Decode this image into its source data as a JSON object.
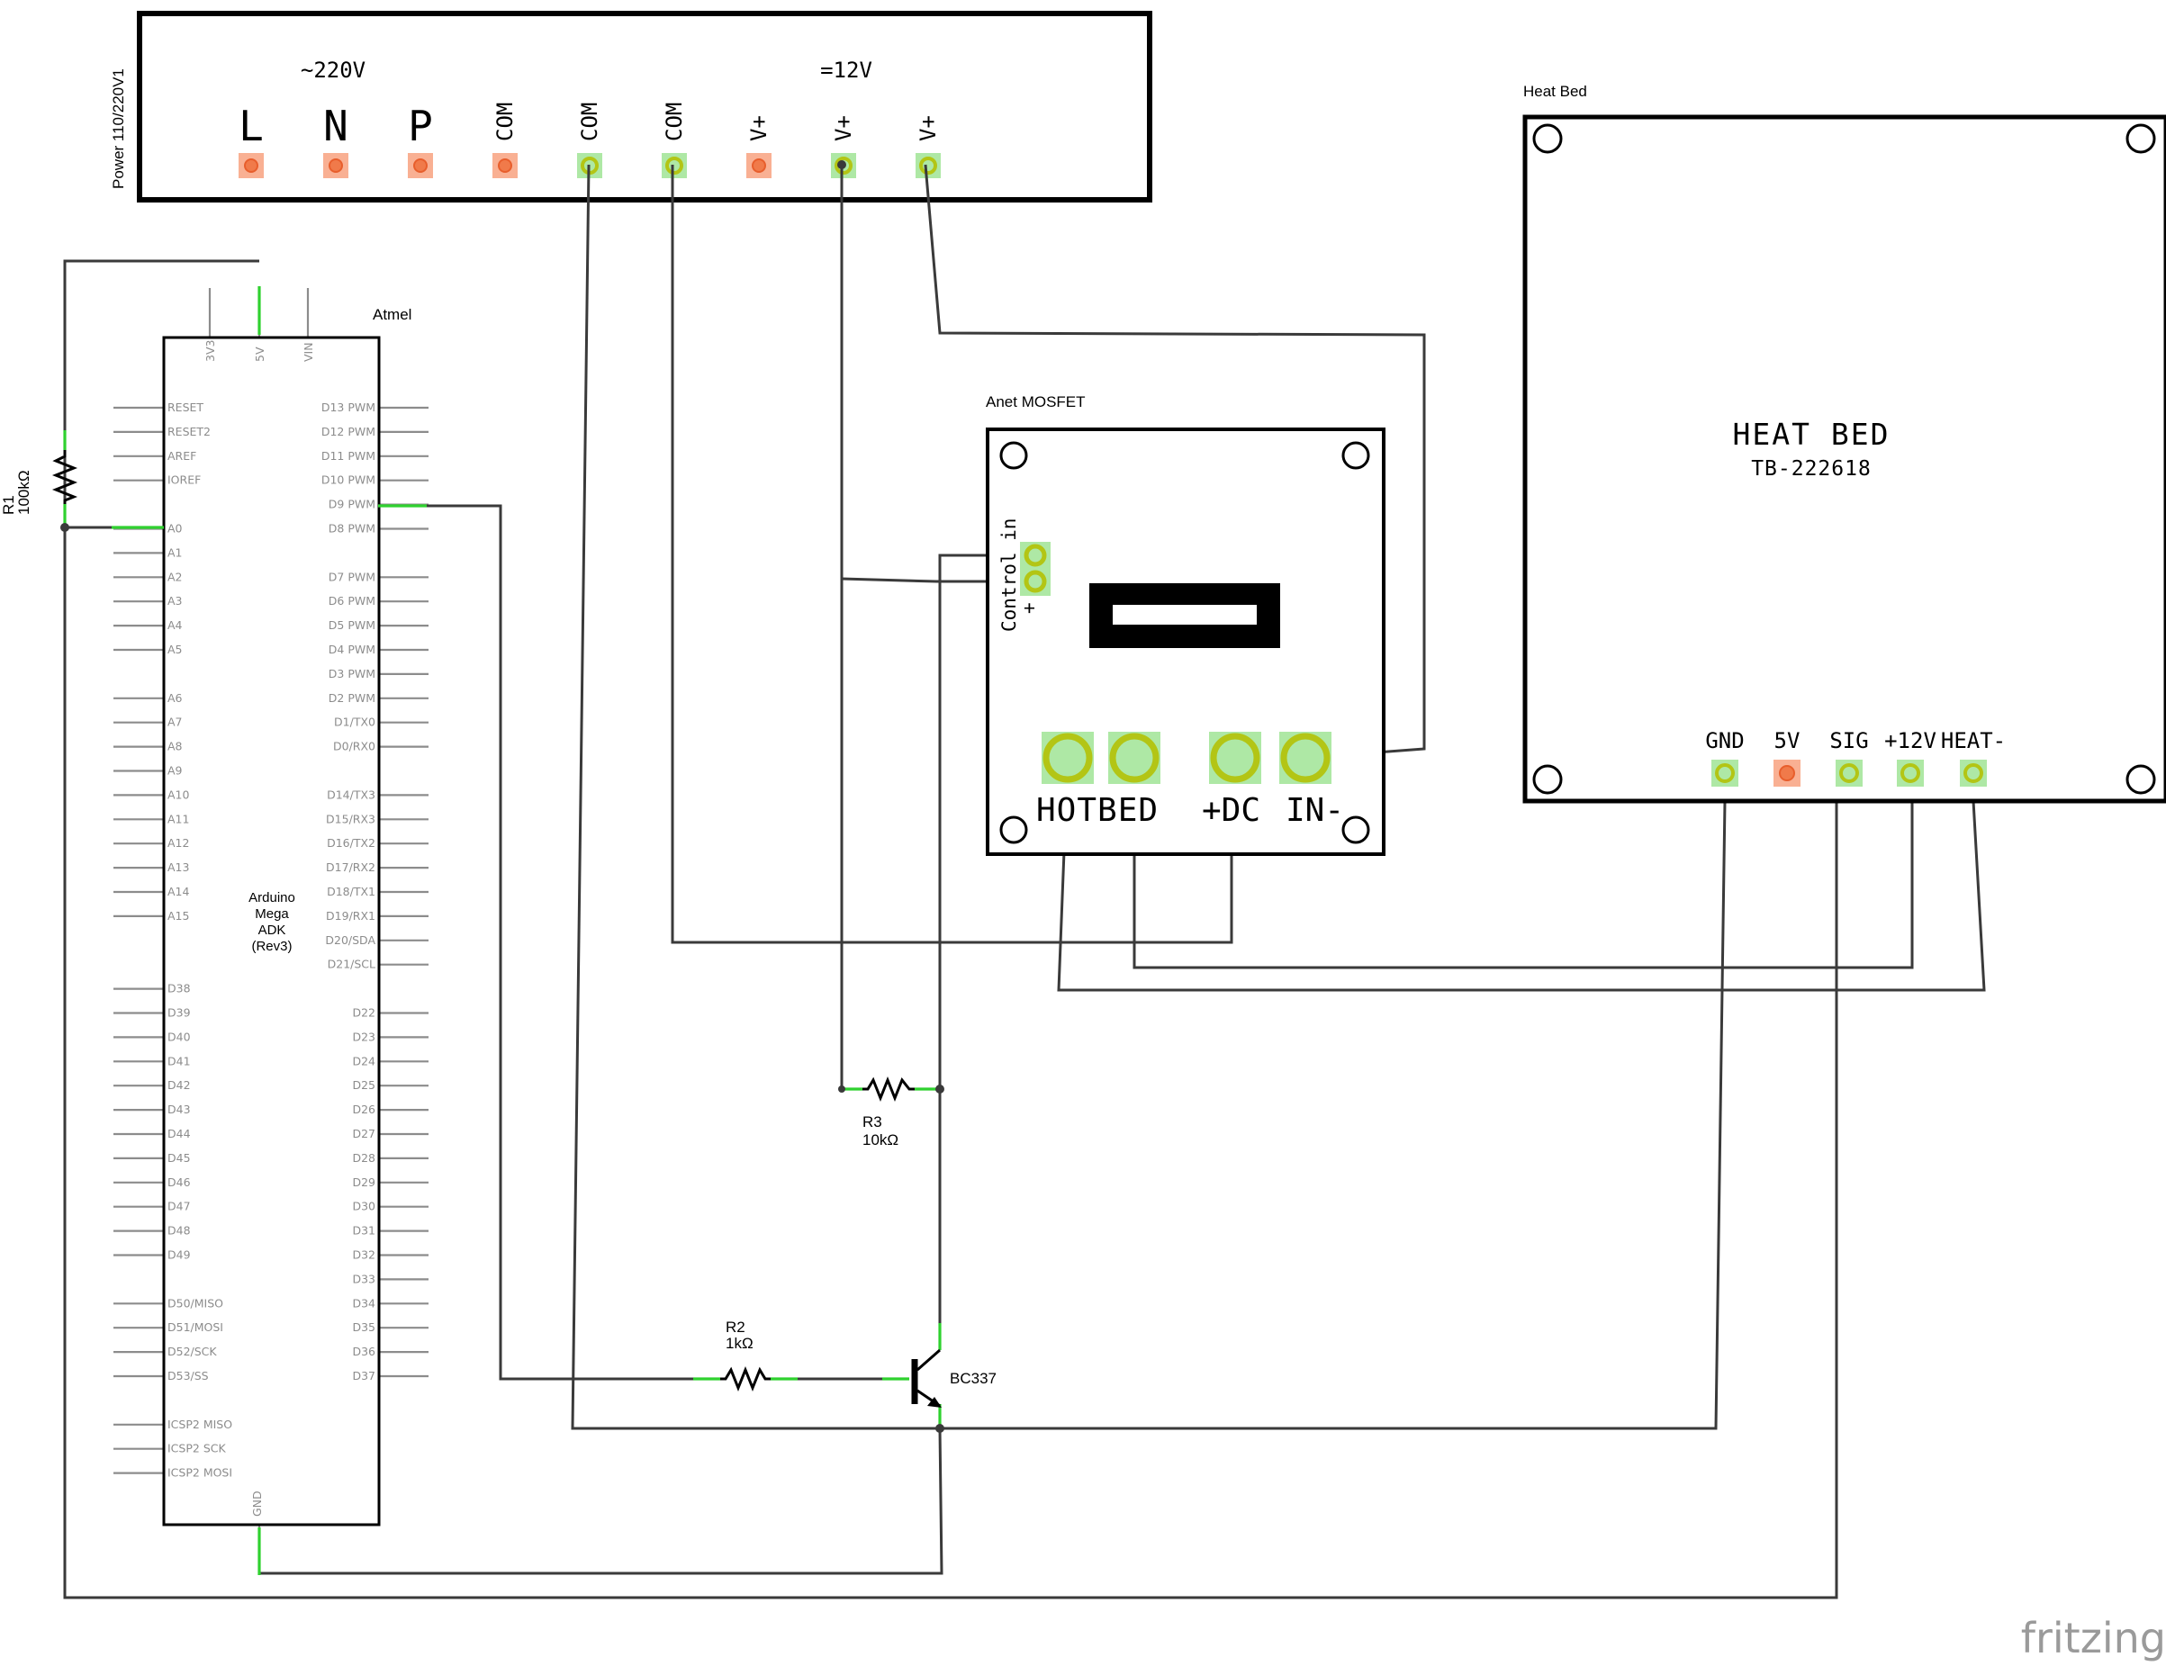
{
  "power": {
    "title": "Power 110/220V1",
    "ac_label": "~220V",
    "dc_label": "=12V",
    "terminals": [
      {
        "label": "L",
        "kind": "ac"
      },
      {
        "label": "N",
        "kind": "ac"
      },
      {
        "label": "P",
        "kind": "ac"
      },
      {
        "label": "COM",
        "kind": "ac"
      },
      {
        "label": "COM",
        "kind": "dc"
      },
      {
        "label": "COM",
        "kind": "dc"
      },
      {
        "label": "V+",
        "kind": "ac"
      },
      {
        "label": "V+",
        "kind": "dc"
      },
      {
        "label": "V+",
        "kind": "dc"
      }
    ]
  },
  "arduino": {
    "title": "Atmel",
    "name": [
      "Arduino",
      "Mega",
      "ADK",
      "(Rev3)"
    ],
    "top_pins": [
      "3V3",
      "5V",
      "VIN"
    ],
    "bottom_pin": "GND",
    "left_pins": [
      "RESET",
      "RESET2",
      "AREF",
      "IOREF",
      "",
      "A0",
      "A1",
      "A2",
      "A3",
      "A4",
      "A5",
      "",
      "A6",
      "A7",
      "A8",
      "A9",
      "A10",
      "A11",
      "A12",
      "A13",
      "A14",
      "A15",
      "",
      "",
      "D38",
      "D39",
      "D40",
      "D41",
      "D42",
      "D43",
      "D44",
      "D45",
      "D46",
      "D47",
      "D48",
      "D49",
      "",
      "D50/MISO",
      "D51/MOSI",
      "D52/SCK",
      "D53/SS",
      "",
      "ICSP2 MISO",
      "ICSP2 SCK",
      "ICSP2 MOSI"
    ],
    "right_pins": [
      "D13 PWM",
      "D12 PWM",
      "D11 PWM",
      "D10 PWM",
      "D9 PWM",
      "D8 PWM",
      "",
      "D7 PWM",
      "D6 PWM",
      "D5 PWM",
      "D4 PWM",
      "D3 PWM",
      "D2 PWM",
      "D1/TX0",
      "D0/RX0",
      "",
      "D14/TX3",
      "D15/RX3",
      "D16/TX2",
      "D17/RX2",
      "D18/TX1",
      "D19/RX1",
      "D20/SDA",
      "D21/SCL",
      "",
      "D22",
      "D23",
      "D24",
      "D25",
      "D26",
      "D27",
      "D28",
      "D29",
      "D30",
      "D31",
      "D32",
      "D33",
      "D34",
      "D35",
      "D36",
      "D37"
    ]
  },
  "components": {
    "r1": {
      "ref": "R1",
      "value": "100kΩ"
    },
    "r2": {
      "ref": "R2",
      "value": "1kΩ"
    },
    "r3": {
      "ref": "R3",
      "value": "10kΩ"
    },
    "q1": {
      "ref": "BC337"
    }
  },
  "mosfet": {
    "title": "Anet MOSFET",
    "control_label": "Control in",
    "plus_label": "+",
    "hotbed_label": "HOTBED",
    "dc_label": "+DC",
    "in_label": "IN-"
  },
  "heatbed": {
    "title": "Heat Bed",
    "main_label": "HEAT BED",
    "model": "TB-222618",
    "pins": [
      "GND",
      "5V",
      "SIG",
      "+12V",
      "HEAT-"
    ]
  },
  "branding": {
    "logo": "fritzing"
  }
}
